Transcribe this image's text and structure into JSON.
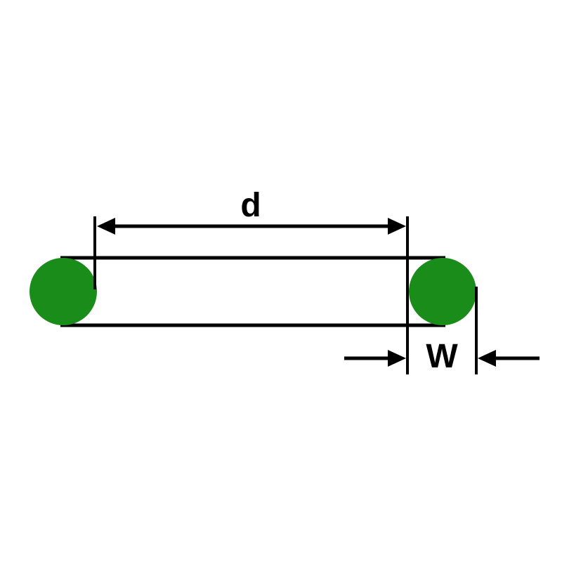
{
  "diagram": {
    "kind": "o-ring dimension drawing",
    "labels": {
      "inner_diameter": "d",
      "cross_section_width": "W"
    },
    "colors": {
      "ring_fill": "#1a8c1a",
      "line": "#000000",
      "background": "#ffffff"
    }
  }
}
